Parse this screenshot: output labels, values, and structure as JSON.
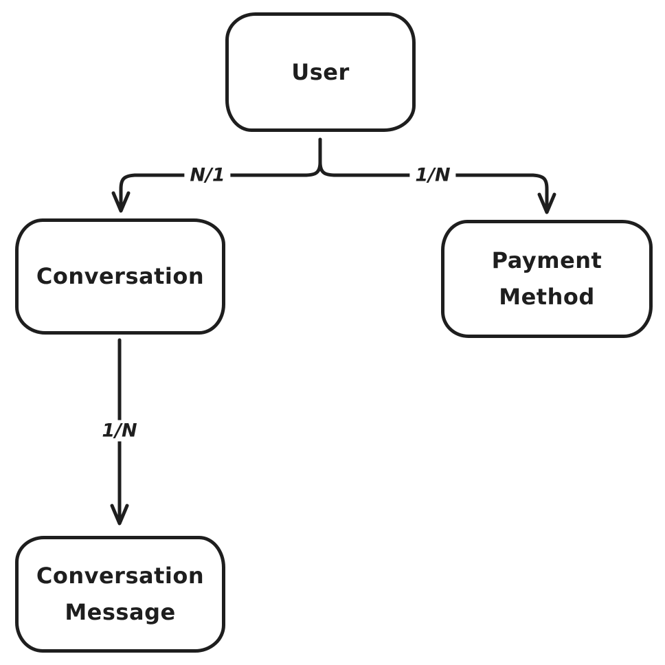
{
  "diagram": {
    "background_color": "#ffffff",
    "stroke_color": "#1e1e1e",
    "style": "hand-drawn-whiteboard",
    "entities": [
      {
        "id": "user",
        "label": "User"
      },
      {
        "id": "conversation",
        "label": "Conversation"
      },
      {
        "id": "payment-method",
        "label": "Payment Method"
      },
      {
        "id": "conversation-message",
        "label": "Conversation Message"
      }
    ],
    "relationships": [
      {
        "from": "User",
        "to": "Conversation",
        "label": "N/1",
        "direction": "down-left"
      },
      {
        "from": "User",
        "to": "Payment Method",
        "label": "1/N",
        "direction": "down-right"
      },
      {
        "from": "Conversation",
        "to": "Conversation Message",
        "label": "1/N",
        "direction": "down"
      }
    ]
  }
}
